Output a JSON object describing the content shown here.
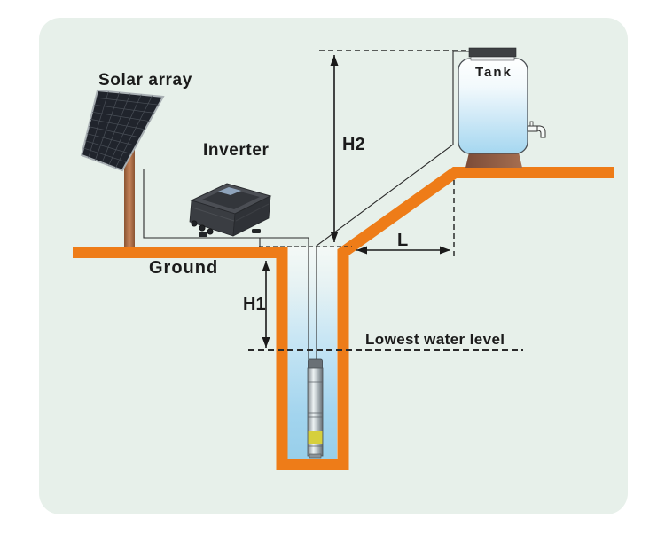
{
  "labels": {
    "solar_array": "Solar array",
    "inverter": "Inverter",
    "tank": "Tank",
    "ground": "Ground",
    "h2": "H2",
    "h1": "H1",
    "l": "L",
    "lowest_water_level": "Lowest water level"
  },
  "colors": {
    "card_background": "#e7f0ea",
    "ground_orange": "#ee7c18",
    "pole_brown": "#b5724d",
    "tank_base_brown": "#8f5b42",
    "well_water_top": "#f4f9f6",
    "well_water_bottom": "#98cfea",
    "tank_water_bottom": "#a5d7f0",
    "pump_yellow": "#d6cf3c",
    "line_dark": "#1a1a1a"
  }
}
